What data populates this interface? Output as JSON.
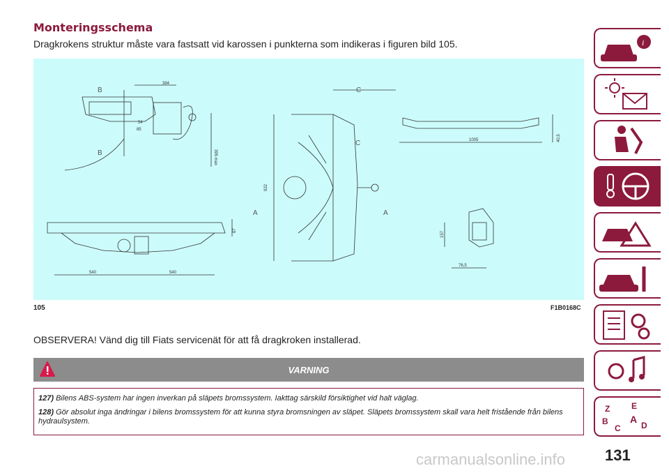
{
  "heading": "Monteringsschema",
  "intro": "Dragkrokens struktur måste vara fastsatt vid karossen i punkterna som indikeras i figuren bild 105.",
  "figure": {
    "number": "105",
    "code": "F1B0168C",
    "labels": {
      "b_top": "B",
      "b_bottom": "B",
      "c_top": "C",
      "c_mid": "C",
      "a_left": "A",
      "a_right": "A",
      "d394": "394",
      "d54": "54",
      "d85": "85",
      "d395": "395 max",
      "d922": "922",
      "d1005": "1005",
      "d40": "40,5",
      "d67": "67",
      "d540a": "540",
      "d540b": "540",
      "d157": "157",
      "d76": "76,5"
    }
  },
  "note": "OBSERVERA! Vänd dig till Fiats servicenät för att få dragkroken installerad.",
  "warning": {
    "title": "VARNING",
    "items": [
      {
        "num": "127)",
        "text": "Bilens ABS-system har ingen inverkan på släpets bromssystem. Iakttag särskild försiktighet vid halt väglag."
      },
      {
        "num": "128)",
        "text": "Gör absolut inga ändringar i bilens bromssystem för att kunna styra bromsningen av släpet. Släpets bromssystem skall vara helt fristående från bilens hydraulsystem."
      }
    ]
  },
  "page_number": "131",
  "watermark": "carmanualsonline.info",
  "sidebar_tabs": [
    {
      "icon": "car-info-icon",
      "active": false
    },
    {
      "icon": "warning-lights-icon",
      "active": false
    },
    {
      "icon": "safety-airbag-icon",
      "active": false
    },
    {
      "icon": "steering-wheel-key-icon",
      "active": true
    },
    {
      "icon": "accident-icon",
      "active": false
    },
    {
      "icon": "maintenance-icon",
      "active": false
    },
    {
      "icon": "specifications-icon",
      "active": false
    },
    {
      "icon": "multimedia-icon",
      "active": false
    },
    {
      "icon": "index-icon",
      "active": false
    }
  ],
  "colors": {
    "accent": "#8c1a3d",
    "figure_bg": "#ccfbfb",
    "warning_bar": "#8c8c8c"
  }
}
